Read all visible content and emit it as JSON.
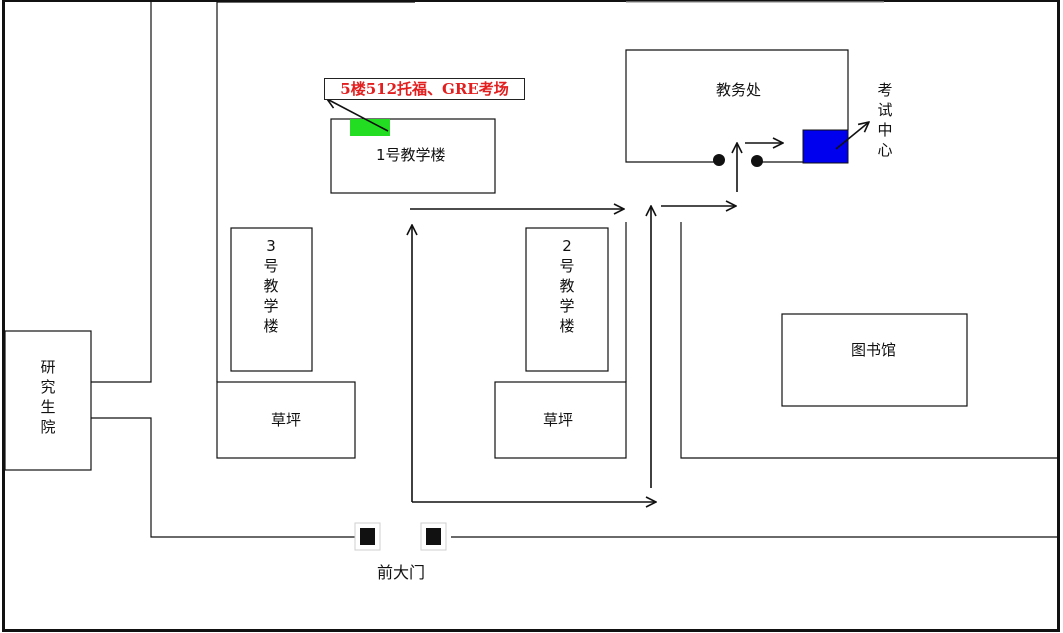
{
  "map": {
    "buildings": {
      "building1": "1号教学楼",
      "building2": "2号教学楼",
      "building3": "3号教学楼",
      "grad_school": "研究生院",
      "academic_office": "教务处",
      "exam_center": "考试中心",
      "library": "图书馆",
      "lawn_left": "草坪",
      "lawn_right": "草坪"
    },
    "gate": "前大门",
    "callout": "5楼512托福、GRE考场"
  },
  "colors": {
    "callout_text": "#e21e1e",
    "exam_room_marker": "#22dd22",
    "exam_center_marker": "#0000ee",
    "line": "#111111"
  }
}
